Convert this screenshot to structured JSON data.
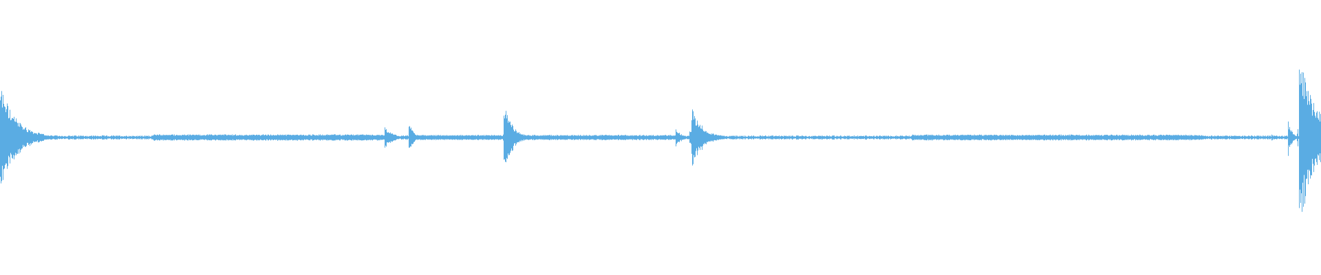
{
  "waveform": {
    "color": "#5aace3",
    "background": "#ffffff",
    "peaks": [
      {
        "t": 0.0,
        "amp": 0.52,
        "decay": 0.012
      },
      {
        "t": 0.291,
        "amp": 0.11,
        "decay": 0.006
      },
      {
        "t": 0.309,
        "amp": 0.16,
        "decay": 0.004
      },
      {
        "t": 0.381,
        "amp": 0.4,
        "decay": 0.006
      },
      {
        "t": 0.47,
        "amp": 0.05,
        "decay": 0.002
      },
      {
        "t": 0.511,
        "amp": 0.11,
        "decay": 0.004
      },
      {
        "t": 0.523,
        "amp": 0.33,
        "decay": 0.008
      },
      {
        "t": 0.536,
        "amp": 0.03,
        "decay": 0.004
      },
      {
        "t": 0.962,
        "amp": 0.04,
        "decay": 0.002
      },
      {
        "t": 0.975,
        "amp": 0.17,
        "decay": 0.003
      },
      {
        "t": 0.983,
        "amp": 0.92,
        "decay": 0.012
      }
    ],
    "noise_floor": 0.02,
    "segments": [
      {
        "from": 0.115,
        "to": 0.29,
        "amp": 0.03
      },
      {
        "from": 0.31,
        "to": 0.38,
        "amp": 0.025
      },
      {
        "from": 0.385,
        "to": 0.51,
        "amp": 0.025
      },
      {
        "from": 0.69,
        "to": 0.91,
        "amp": 0.028
      }
    ]
  }
}
